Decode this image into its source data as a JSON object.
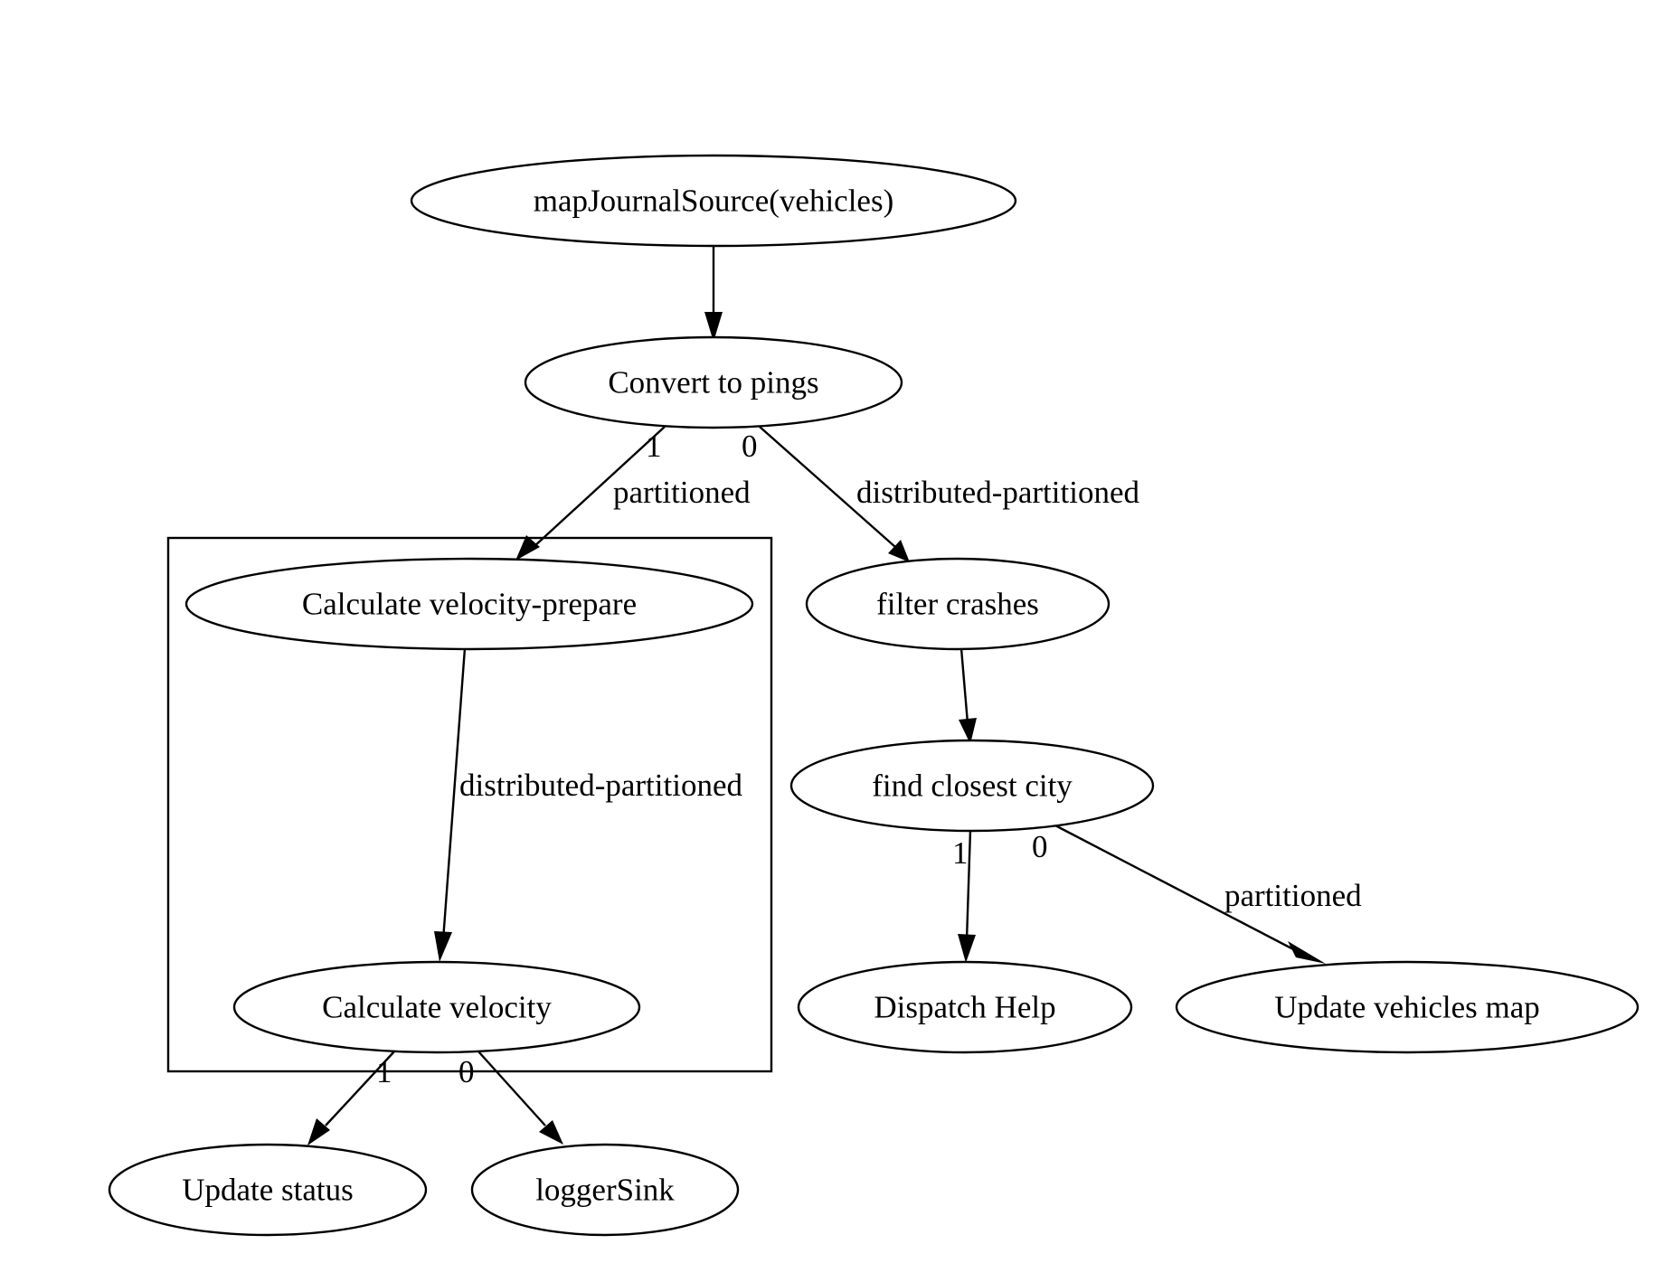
{
  "graph": {
    "nodes": {
      "map_journal_source": "mapJournalSource(vehicles)",
      "convert_to_pings": "Convert to pings",
      "calc_velocity_prepare": "Calculate velocity-prepare",
      "calc_velocity": "Calculate velocity",
      "filter_crashes": "filter crashes",
      "find_closest_city": "find closest city",
      "update_status": "Update status",
      "logger_sink": "loggerSink",
      "dispatch_help": "Dispatch Help",
      "update_vehicles_map": "Update vehicles map"
    },
    "edges": {
      "pings_to_prepare": {
        "label": "partitioned",
        "ordinal": "1"
      },
      "pings_to_filter": {
        "label": "distributed-partitioned",
        "ordinal": "0"
      },
      "prepare_to_velocity": {
        "label": "distributed-partitioned"
      },
      "city_to_dispatch": {
        "ordinal": "1"
      },
      "city_to_update_map": {
        "label": "partitioned",
        "ordinal": "0"
      },
      "velocity_to_status": {
        "ordinal": "1"
      },
      "velocity_to_logger": {
        "ordinal": "0"
      }
    }
  }
}
